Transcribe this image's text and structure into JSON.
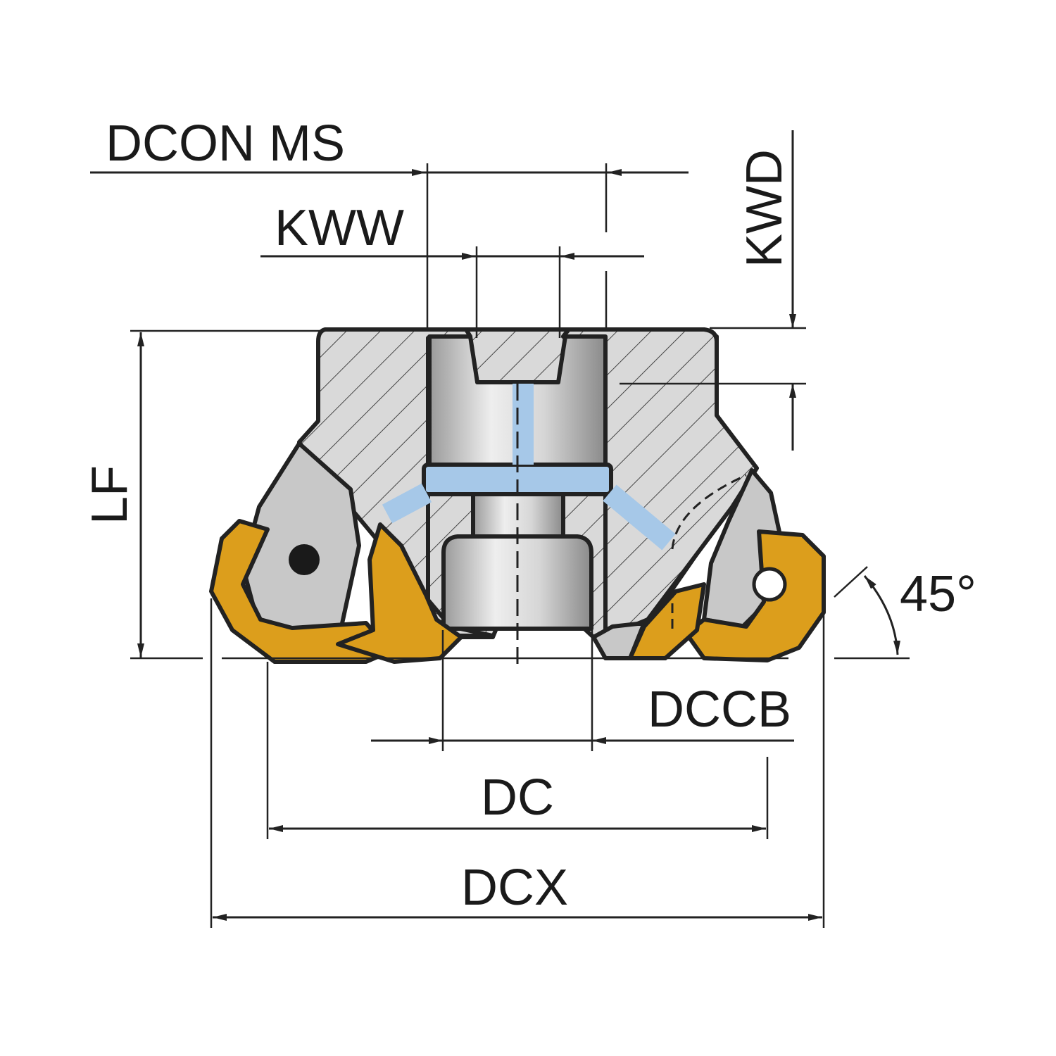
{
  "labels": {
    "dcon_ms": "DCON MS",
    "kww": "KWW",
    "kwd": "KWD",
    "lf": "LF",
    "angle": "45°",
    "dccb": "DCCB",
    "dc": "DC",
    "dcx": "DCX"
  },
  "colors": {
    "insert_gold": "#dc9e1c",
    "coolant_blue": "#a6c8e8",
    "body_hatch": "#d9d9d9",
    "insert_silver": "#c8c8c8",
    "outline": "#222222"
  }
}
